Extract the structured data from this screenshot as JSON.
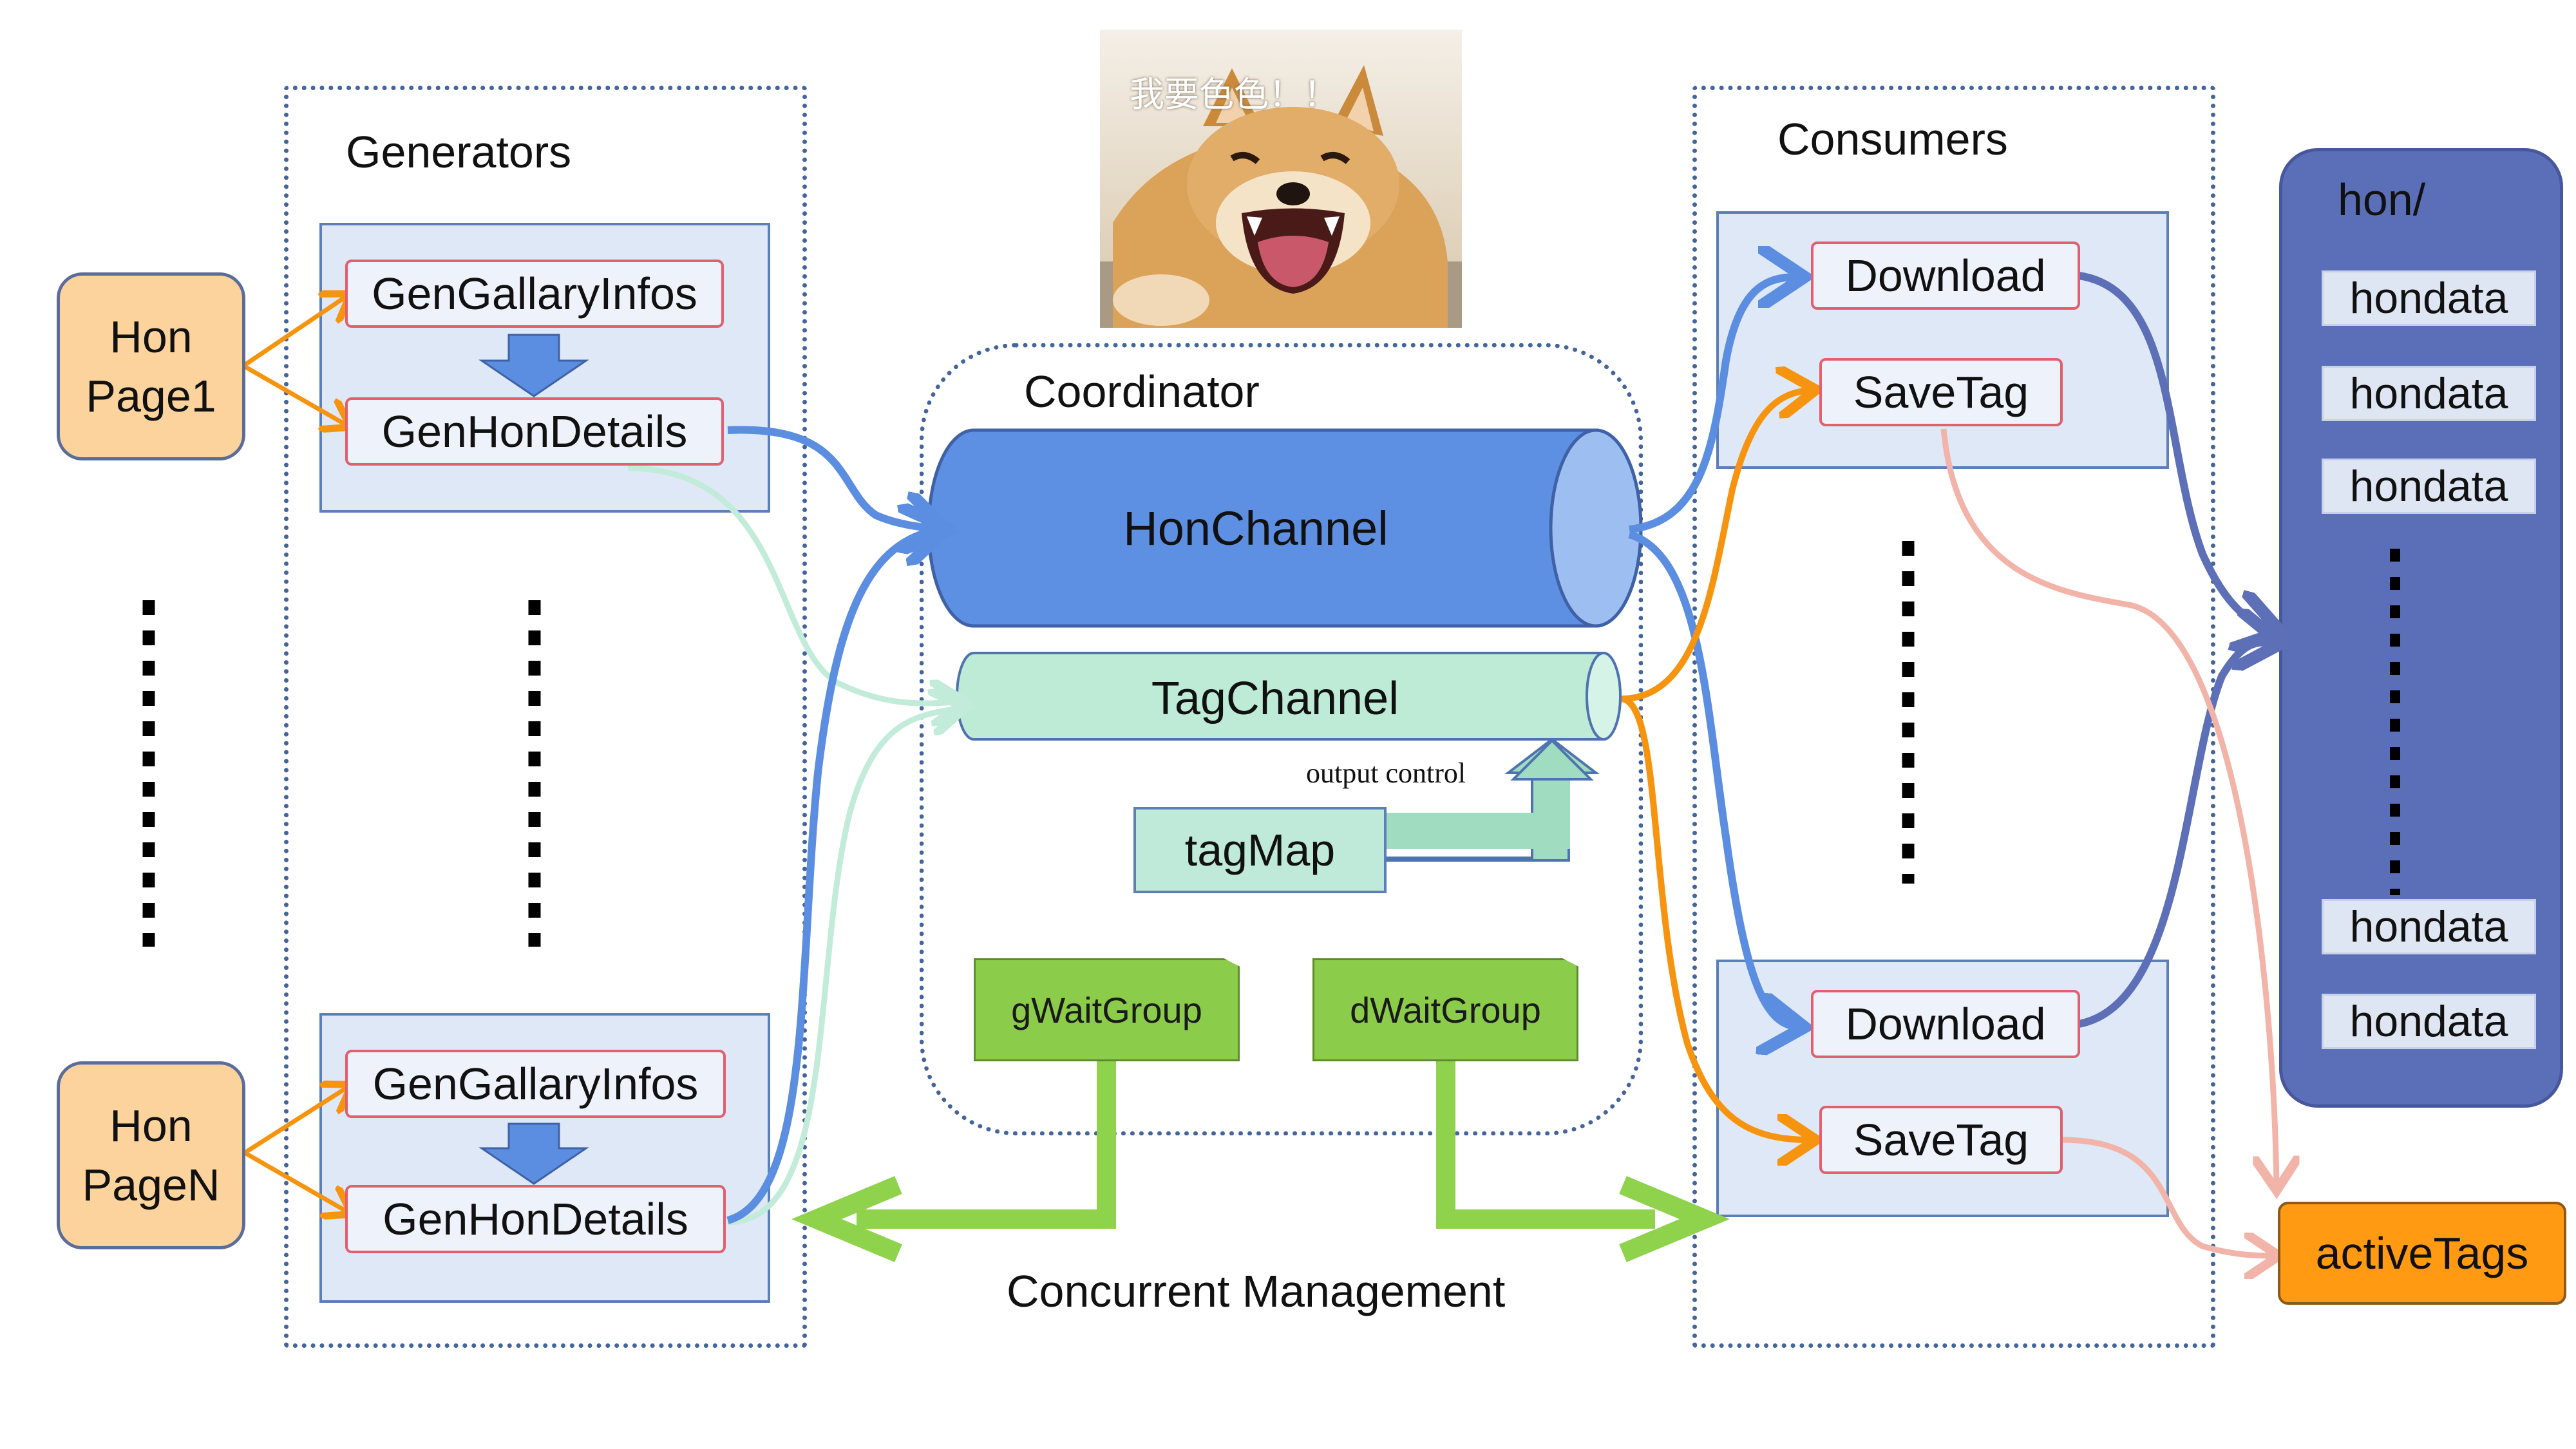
{
  "colors": {
    "panel_border": "#44659b",
    "box_fill": "#dfe8f6",
    "item_border": "#e0606f",
    "hon_page_fill": "#fcd39d",
    "hon_channel": "#5d8fe3",
    "tag_channel": "#bdebd6",
    "wait_group": "#8bcc4a",
    "hon_storage": "#5a6fb8",
    "active_tags": "#ff9a12",
    "arrow_blue": "#5b8ee0",
    "arrow_orange": "#f7940f",
    "arrow_pink": "#f2b3a8",
    "arrow_mint": "#c2ecd9",
    "arrow_green": "#8fd24c",
    "arrow_navy": "#5c6fb7"
  },
  "meme": {
    "caption": "我要色色！！",
    "icon": "shiba-dog-barking-image"
  },
  "inputs": {
    "page1": {
      "line1": "Hon",
      "line2": "Page1"
    },
    "pageN": {
      "line1": "Hon",
      "line2": "PageN"
    }
  },
  "generators": {
    "title": "Generators",
    "top": {
      "gallery": "GenGallaryInfos",
      "details": "GenHonDetails"
    },
    "bottom": {
      "gallery": "GenGallaryInfos",
      "details": "GenHonDetails"
    }
  },
  "coordinator": {
    "title": "Coordinator",
    "hon_channel": "HonChannel",
    "tag_channel": "TagChannel",
    "tag_map": "tagMap",
    "output_control": "output control",
    "g_wait_group": "gWaitGroup",
    "d_wait_group": "dWaitGroup"
  },
  "concurrent_management": "Concurrent Management",
  "consumers": {
    "title": "Consumers",
    "top": {
      "download": "Download",
      "save_tag": "SaveTag"
    },
    "bottom": {
      "download": "Download",
      "save_tag": "SaveTag"
    }
  },
  "storage": {
    "title": "hon/",
    "items": [
      "hondata",
      "hondata",
      "hondata",
      "hondata",
      "hondata"
    ]
  },
  "active_tags": "activeTags"
}
